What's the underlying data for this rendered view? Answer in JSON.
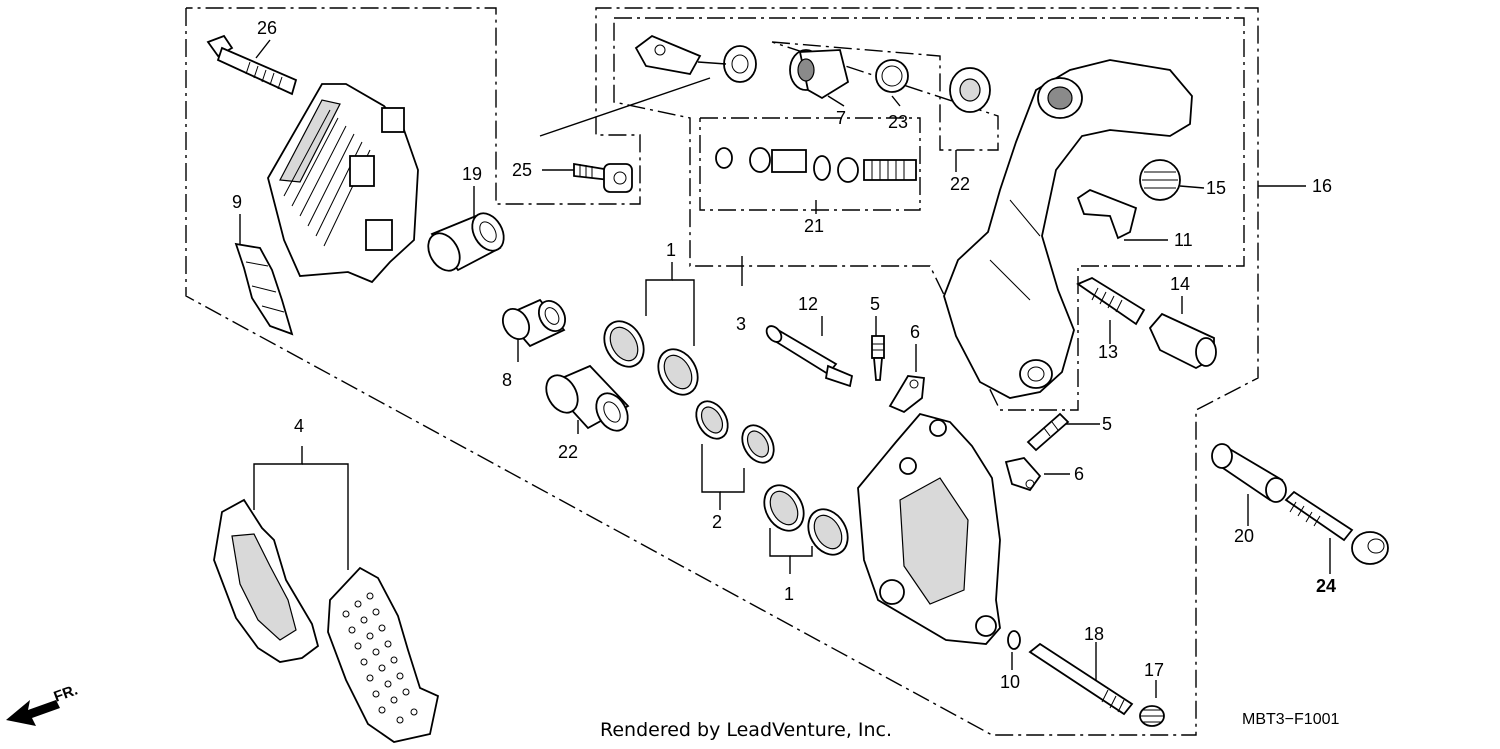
{
  "callouts": {
    "c1a": "1",
    "c1b": "1",
    "c2": "2",
    "c3": "3",
    "c4": "4",
    "c5a": "5",
    "c5b": "5",
    "c6a": "6",
    "c6b": "6",
    "c7": "7",
    "c8": "8",
    "c9": "9",
    "c10": "10",
    "c11": "11",
    "c12": "12",
    "c13": "13",
    "c14": "14",
    "c15": "15",
    "c16": "16",
    "c17": "17",
    "c18": "18",
    "c19": "19",
    "c20": "20",
    "c21": "21",
    "c22a": "22",
    "c22b": "22",
    "c23": "23",
    "c24": "24",
    "c25": "25",
    "c26": "26"
  },
  "footer": {
    "rendered_by": "Rendered by LeadVenture, Inc.",
    "diagram_code": "MBT3−F1001",
    "front_label": "FR."
  }
}
